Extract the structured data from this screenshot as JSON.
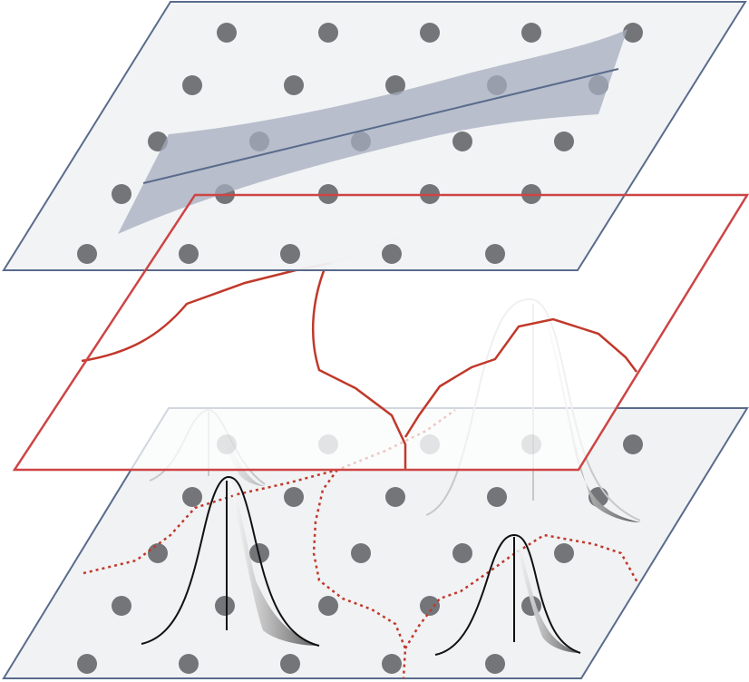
{
  "colors": {
    "plane_fill": "#f1f2f4",
    "plane_stroke": "#5a6b8c",
    "dot": "#737579",
    "ribbon": "#a4acbd",
    "fit_line": "#5a6b8c",
    "boundary": "#c0392b",
    "boundary_plane_stroke": "#cd4545",
    "curve": "#111111",
    "curve_faded": "#c8c8c8",
    "shade_dark": "#5a5a5a"
  },
  "icons": {
    "bottom_plane": "parallelogram-plane",
    "middle_plane": "decision-boundary-plane",
    "top_plane": "regression-plane"
  }
}
